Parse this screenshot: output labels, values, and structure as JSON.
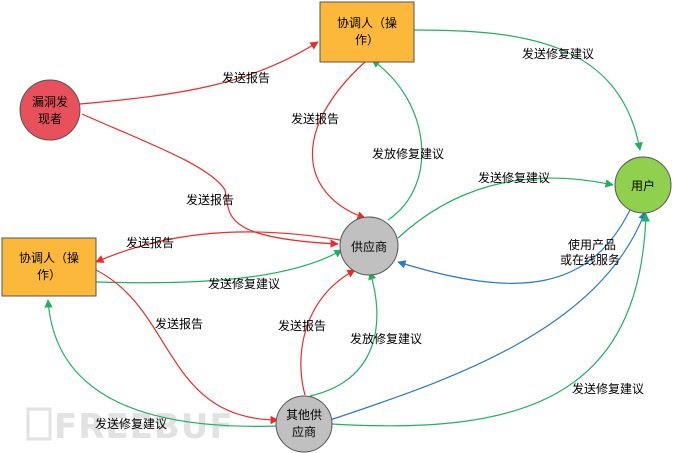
{
  "colors": {
    "red_edge": "#ee2a2a",
    "green_edge": "#22b060",
    "blue_edge": "#2a7ac8",
    "coordinator_fill": "#fbb83b",
    "finder_fill": "#e8505b",
    "vendor_fill": "#c0c0c0",
    "user_fill": "#8fd14f"
  },
  "nodes": {
    "coordinator_top": {
      "line1": "协调人（操",
      "line2": "作）"
    },
    "coordinator_left": {
      "line1": "协调人（操",
      "line2": "作）"
    },
    "finder": {
      "line1": "漏洞发",
      "line2": "现者"
    },
    "vendor": {
      "label": "供应商"
    },
    "other_vendor": {
      "line1": "其他供",
      "line2": "应商"
    },
    "user": {
      "label": "用户"
    }
  },
  "edges": {
    "finder_to_coord_top": "发送报告",
    "finder_to_vendor": "发送报告",
    "coord_top_to_user": "发送修复建议",
    "coord_top_to_vendor": "发送报告",
    "vendor_to_coord_top": "发放修复建议",
    "vendor_to_user": "发送修复建议",
    "user_to_vendor_line1": "使用产品",
    "user_to_vendor_line2": "或在线服务",
    "vendor_to_coord_left": "发送报告",
    "coord_left_to_vendor": "发送修复建议",
    "coord_left_to_other": "发送报告",
    "other_to_coord_left": "发送修复建议",
    "vendor_to_other_report": "发送报告",
    "other_to_vendor_fix": "发放修复建议",
    "other_to_user": "发送修复建议"
  },
  "watermark": "FREEBUF"
}
